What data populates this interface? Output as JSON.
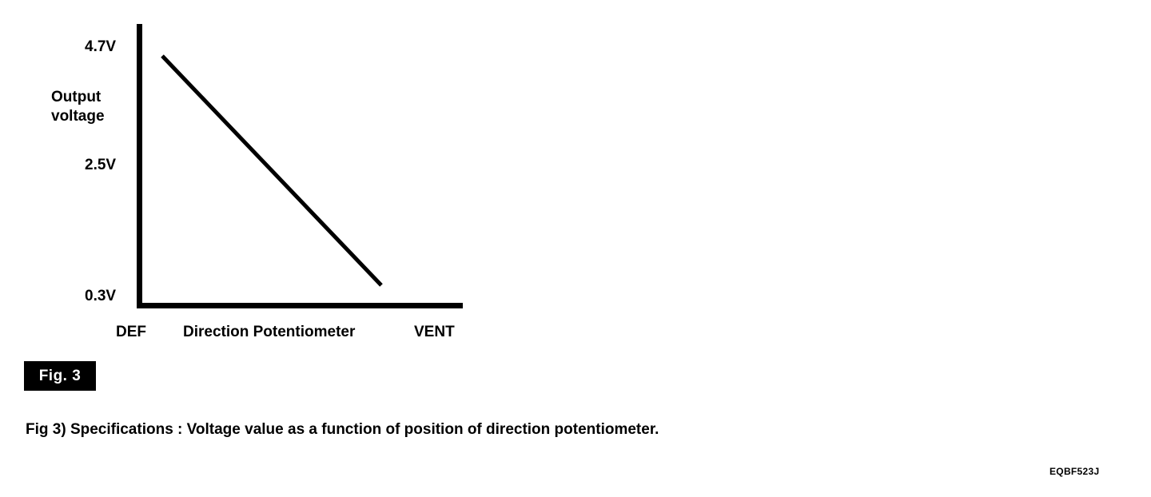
{
  "figure": {
    "badge_label": "Fig. 3",
    "caption": "Fig 3) Specifications : Voltage value as a function of position of direction potentiometer.",
    "corner_code": "EQBF523J",
    "colors": {
      "ink": "#000000",
      "paper": "#ffffff",
      "badge_bg": "#000000",
      "badge_text": "#ffffff"
    }
  },
  "chart_data": {
    "type": "line",
    "title": "",
    "subtitle": "",
    "xlabel": "Direction Potentiometer",
    "ylabel": "Output voltage",
    "y_axis_title_lines": [
      "Output",
      "voltage"
    ],
    "ytick_labels": [
      "4.7V",
      "2.5V",
      "0.3V"
    ],
    "ytick_values": [
      4.7,
      2.5,
      0.3
    ],
    "xtick_labels": [
      "DEF",
      "VENT"
    ],
    "x_categories": [
      "DEF",
      "VENT"
    ],
    "ylim": [
      0.3,
      4.7
    ],
    "grid": false,
    "legend": "none",
    "series": [
      {
        "name": "Output voltage",
        "x": [
          "DEF",
          "VENT"
        ],
        "values": [
          4.7,
          0.3
        ],
        "points": [
          [
            0.1,
            4.7
          ],
          [
            0.75,
            0.3
          ]
        ],
        "linear": true,
        "description": "Output voltage falls linearly from 4.7V at the DEF end to 0.3V toward the VENT end of the direction potentiometer travel."
      }
    ]
  }
}
